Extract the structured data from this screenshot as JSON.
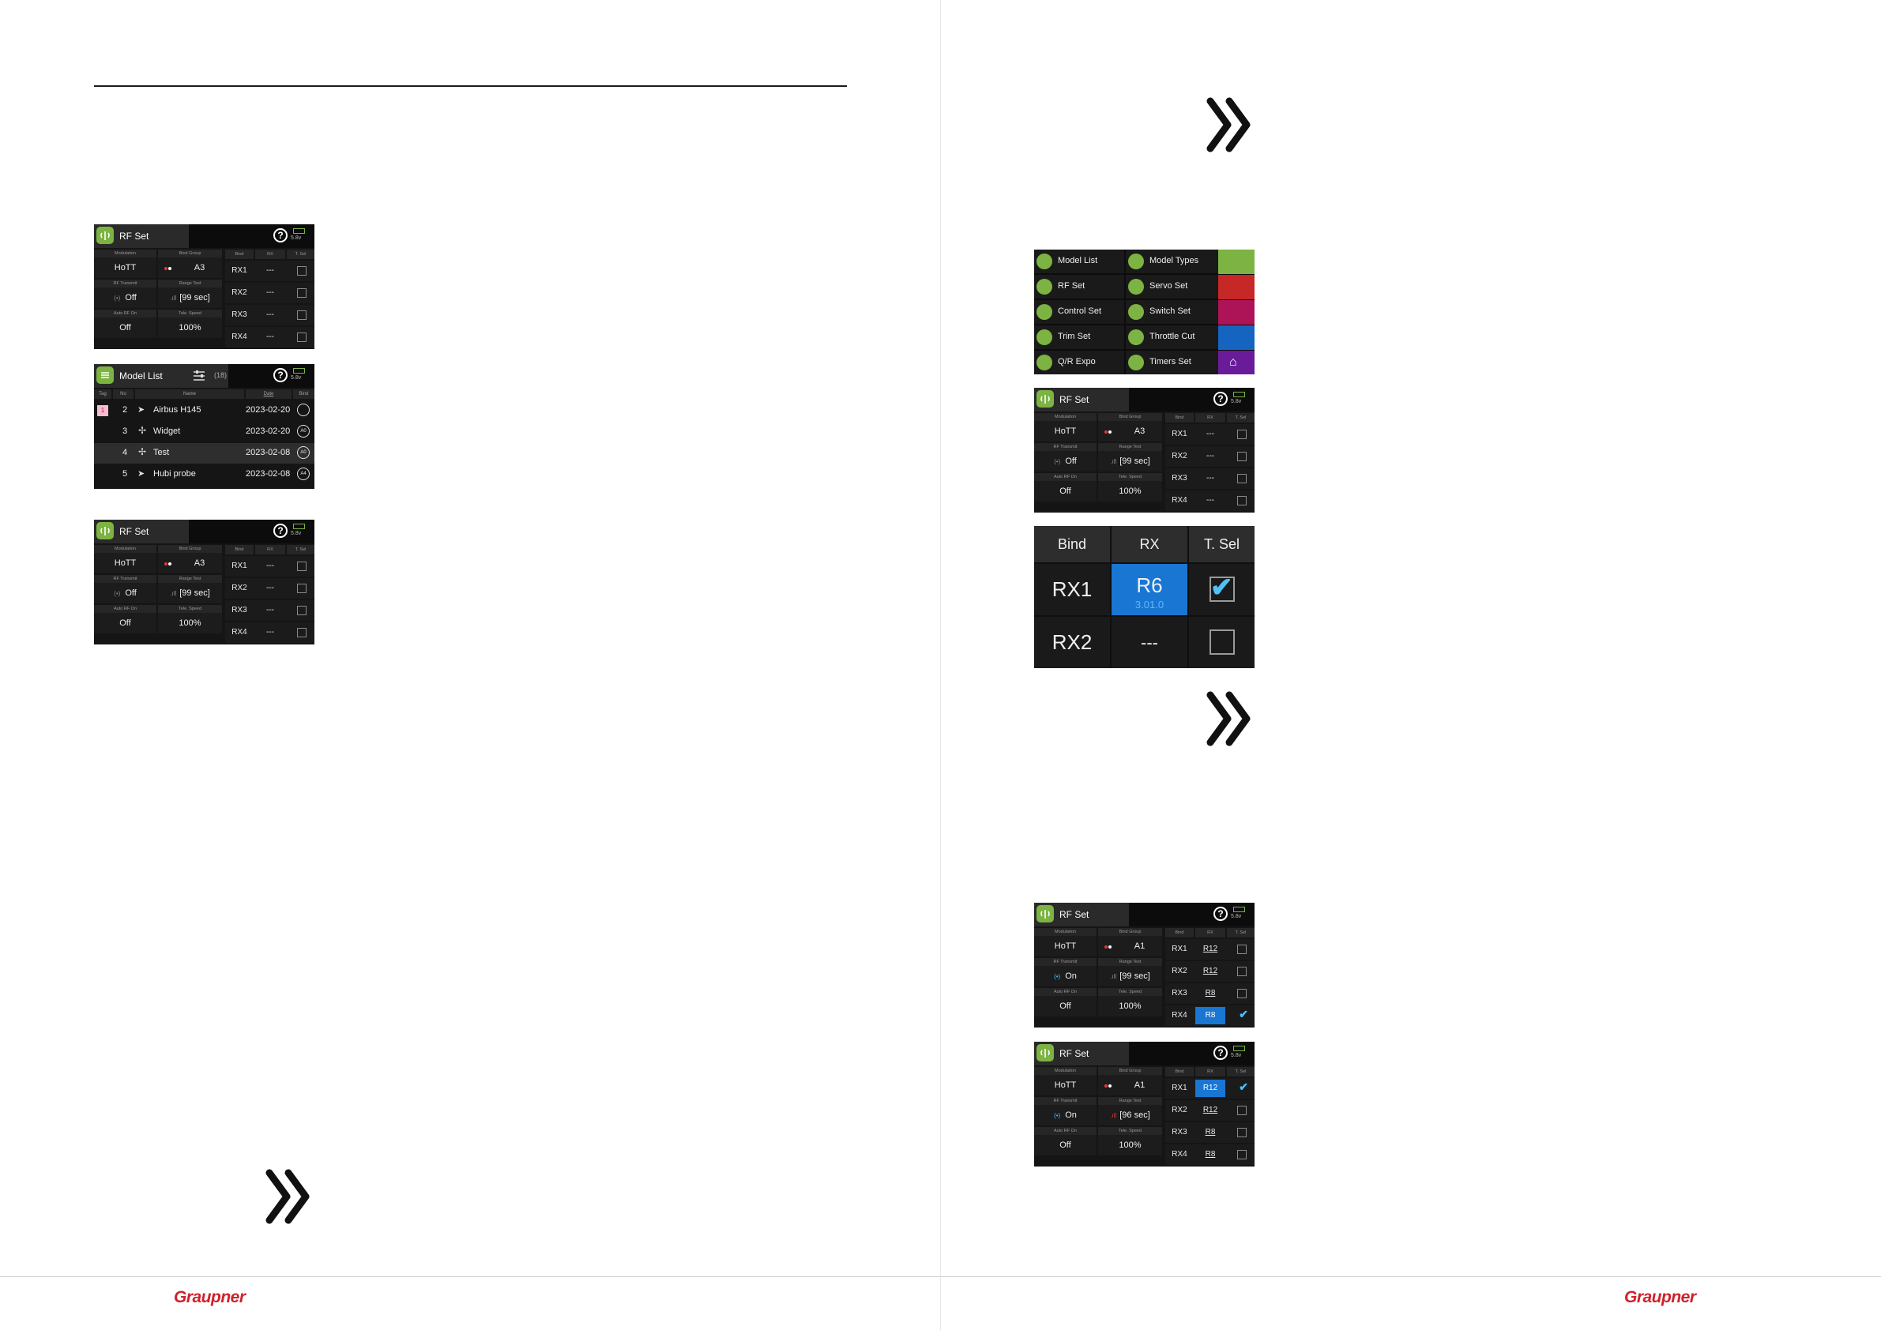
{
  "brand": "Graupner",
  "rf_set": {
    "title": "RF Set",
    "help": "?",
    "battery": "5.8v",
    "labels": {
      "modulation": "Modulation",
      "bind_group": "Bind Group",
      "rf_transmit": "RF Transmit",
      "range_test": "Range Test",
      "auto_rf_on": "Auto RF On",
      "tele_speed": "Tele. Speed",
      "bind": "Bind",
      "rx": "RX",
      "tsel": "T. Sel"
    },
    "screen1": {
      "modulation": "HoTT",
      "bind_group": "A3",
      "rf": "Off",
      "range": "[99 sec]",
      "auto": "Off",
      "tele": "100%",
      "rows": [
        {
          "bind": "RX1",
          "rx": "---"
        },
        {
          "bind": "RX2",
          "rx": "---"
        },
        {
          "bind": "RX3",
          "rx": "---"
        },
        {
          "bind": "RX4",
          "rx": "---"
        }
      ]
    },
    "screen4": {
      "modulation": "HoTT",
      "bind_group": "A1",
      "rf": "On",
      "range": "[99 sec]",
      "auto": "Off",
      "tele": "100%",
      "rows": [
        {
          "bind": "RX1",
          "rx": "R12"
        },
        {
          "bind": "RX2",
          "rx": "R12"
        },
        {
          "bind": "RX3",
          "rx": "R8"
        },
        {
          "bind": "RX4",
          "rx": "R8"
        }
      ]
    },
    "screen5": {
      "modulation": "HoTT",
      "bind_group": "A1",
      "rf": "On",
      "range": "[96 sec]",
      "auto": "Off",
      "tele": "100%",
      "rows": [
        {
          "bind": "RX1",
          "rx": "R12"
        },
        {
          "bind": "RX2",
          "rx": "R12"
        },
        {
          "bind": "RX3",
          "rx": "R8"
        },
        {
          "bind": "RX4",
          "rx": "R8"
        }
      ]
    }
  },
  "model_list": {
    "title": "Model List",
    "count": "(18)",
    "help": "?",
    "battery": "5.8v",
    "headers": {
      "tag": "Tag",
      "no": "No",
      "name": "Name",
      "date": "Date",
      "bind": "Bind"
    },
    "rows": [
      {
        "tag": "1",
        "no": "2",
        "name": "Airbus H145",
        "date": "2023-02-20",
        "bind": ""
      },
      {
        "tag": "",
        "no": "3",
        "name": "Widget",
        "date": "2023-02-20",
        "bind": "A0"
      },
      {
        "tag": "",
        "no": "4",
        "name": "Test",
        "date": "2023-02-08",
        "bind": "A0"
      },
      {
        "tag": "",
        "no": "5",
        "name": "Hubi probe",
        "date": "2023-02-08",
        "bind": "A4"
      }
    ]
  },
  "menu": {
    "items": [
      "Model List",
      "Model Types",
      "RF Set",
      "Servo Set",
      "Control Set",
      "Switch Set",
      "Trim Set",
      "Throttle Cut",
      "Q/R Expo",
      "Timers Set"
    ],
    "side_colors": [
      "#7cb342",
      "#c62828",
      "#ad1457",
      "#1565c0",
      "#6a1b9a"
    ]
  },
  "zoom": {
    "headers": [
      "Bind",
      "RX",
      "T. Sel"
    ],
    "row1": {
      "bind": "RX1",
      "rx": "R6",
      "version": "3.01.0"
    },
    "row2": {
      "bind": "RX2",
      "rx": "---"
    }
  },
  "colors": {
    "accent": "#7cb342",
    "brand": "#d0212b",
    "select": "#1976d2"
  }
}
